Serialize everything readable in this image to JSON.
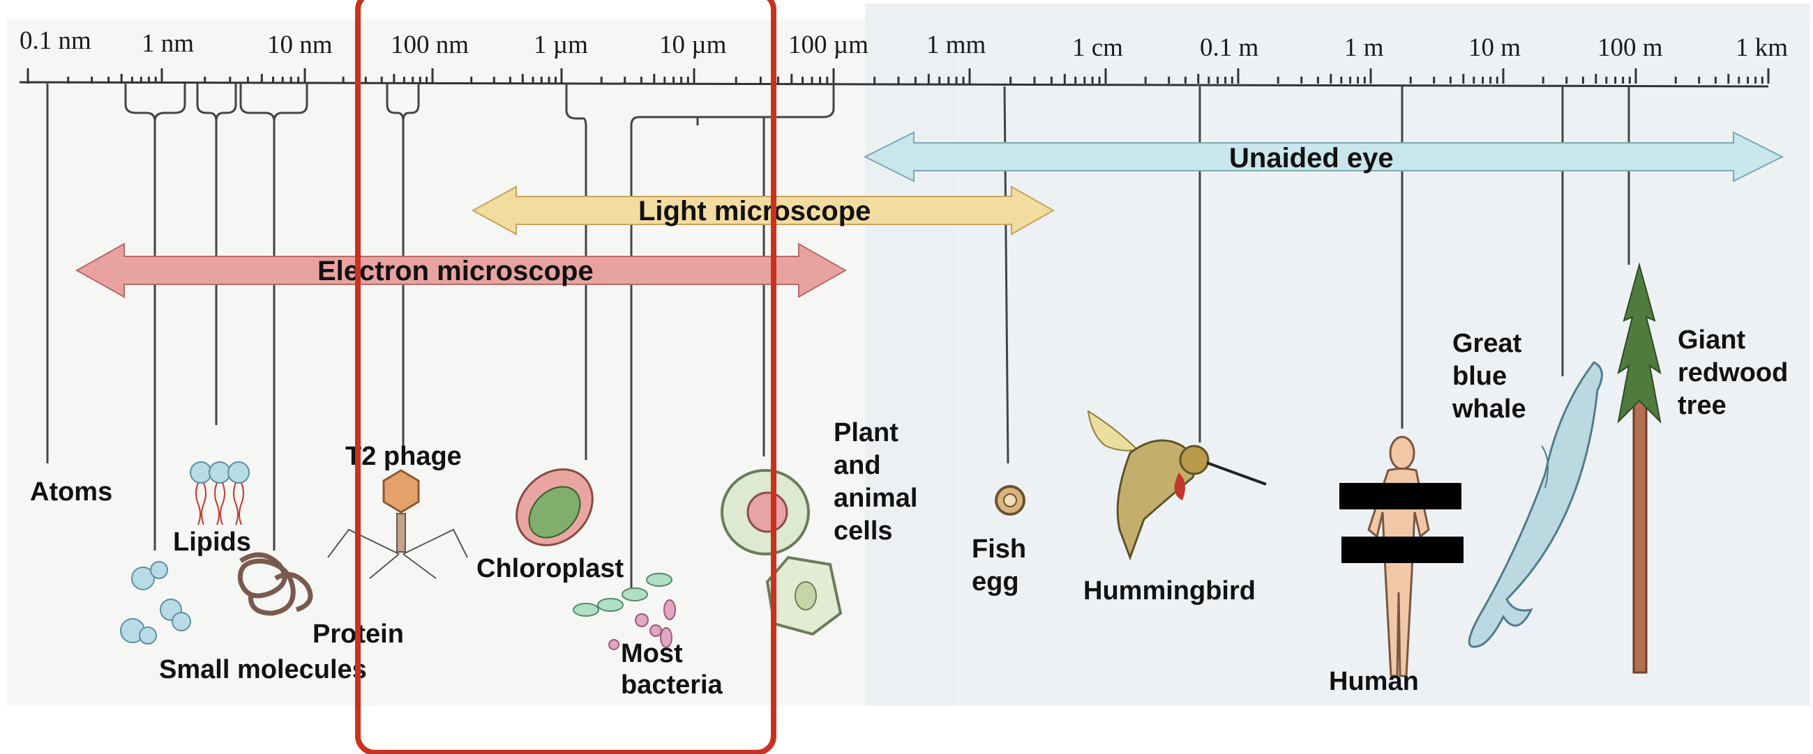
{
  "scale_labels": [
    "0.1 nm",
    "1 nm",
    "10 nm",
    "100 nm",
    "1 µm",
    "10 µm",
    "100 µm",
    "1 mm",
    "1 cm",
    "0.1 m",
    "1 m",
    "10 m",
    "100 m",
    "1 km"
  ],
  "ranges": {
    "unaided_eye": "Unaided eye",
    "light_microscope": "Light microscope",
    "electron_microscope": "Electron microscope"
  },
  "objects": {
    "atoms": "Atoms",
    "lipids": "Lipids",
    "small_molecules": "Small molecules",
    "protein": "Protein",
    "t2_phage": "T2 phage",
    "chloroplast": "Chloroplast",
    "most_bacteria": [
      "Most",
      "bacteria"
    ],
    "plant_animal_cells": [
      "Plant",
      "and",
      "animal",
      "cells"
    ],
    "fish_egg": [
      "Fish",
      "egg"
    ],
    "hummingbird": "Hummingbird",
    "human": "Human",
    "great_blue_whale": [
      "Great",
      "blue",
      "whale"
    ],
    "giant_redwood": [
      "Giant",
      "redwood",
      "tree"
    ]
  },
  "colors": {
    "unaided_eye_band": "#c9e6ec",
    "light_microscope_band": "#f3dca0",
    "electron_microscope_band": "#e8a3a0",
    "highlight_box": "#c8321f",
    "ruler": "#333333"
  }
}
